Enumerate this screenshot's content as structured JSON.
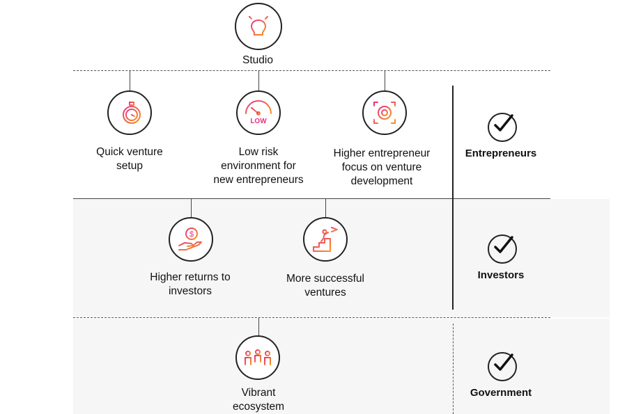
{
  "top": {
    "label": "Studio"
  },
  "rows": [
    {
      "items": [
        {
          "label_lines": [
            "Quick venture",
            "setup"
          ],
          "icon": "stopwatch-icon"
        },
        {
          "label_lines": [
            "Low risk",
            "environment for",
            "new entrepreneurs"
          ],
          "icon": "low-gauge-icon",
          "gauge_text": "LOW"
        },
        {
          "label_lines": [
            "Higher entrepreneur",
            "focus on venture",
            "development"
          ],
          "icon": "target-icon"
        }
      ],
      "role": "Entrepreneurs"
    },
    {
      "items": [
        {
          "label_lines": [
            "Higher returns to",
            "investors"
          ],
          "icon": "money-hand-icon"
        },
        {
          "label_lines": [
            "More successful",
            "ventures"
          ],
          "icon": "climb-stairs-flag-icon"
        }
      ],
      "role": "Investors"
    },
    {
      "items": [
        {
          "label_lines": [
            "Vibrant",
            "ecosystem"
          ],
          "icon": "meeting-group-icon"
        }
      ],
      "role": "Government"
    }
  ],
  "colors": {
    "accent_start": "#e8327f",
    "accent_end": "#f7941d",
    "line": "#222222"
  }
}
